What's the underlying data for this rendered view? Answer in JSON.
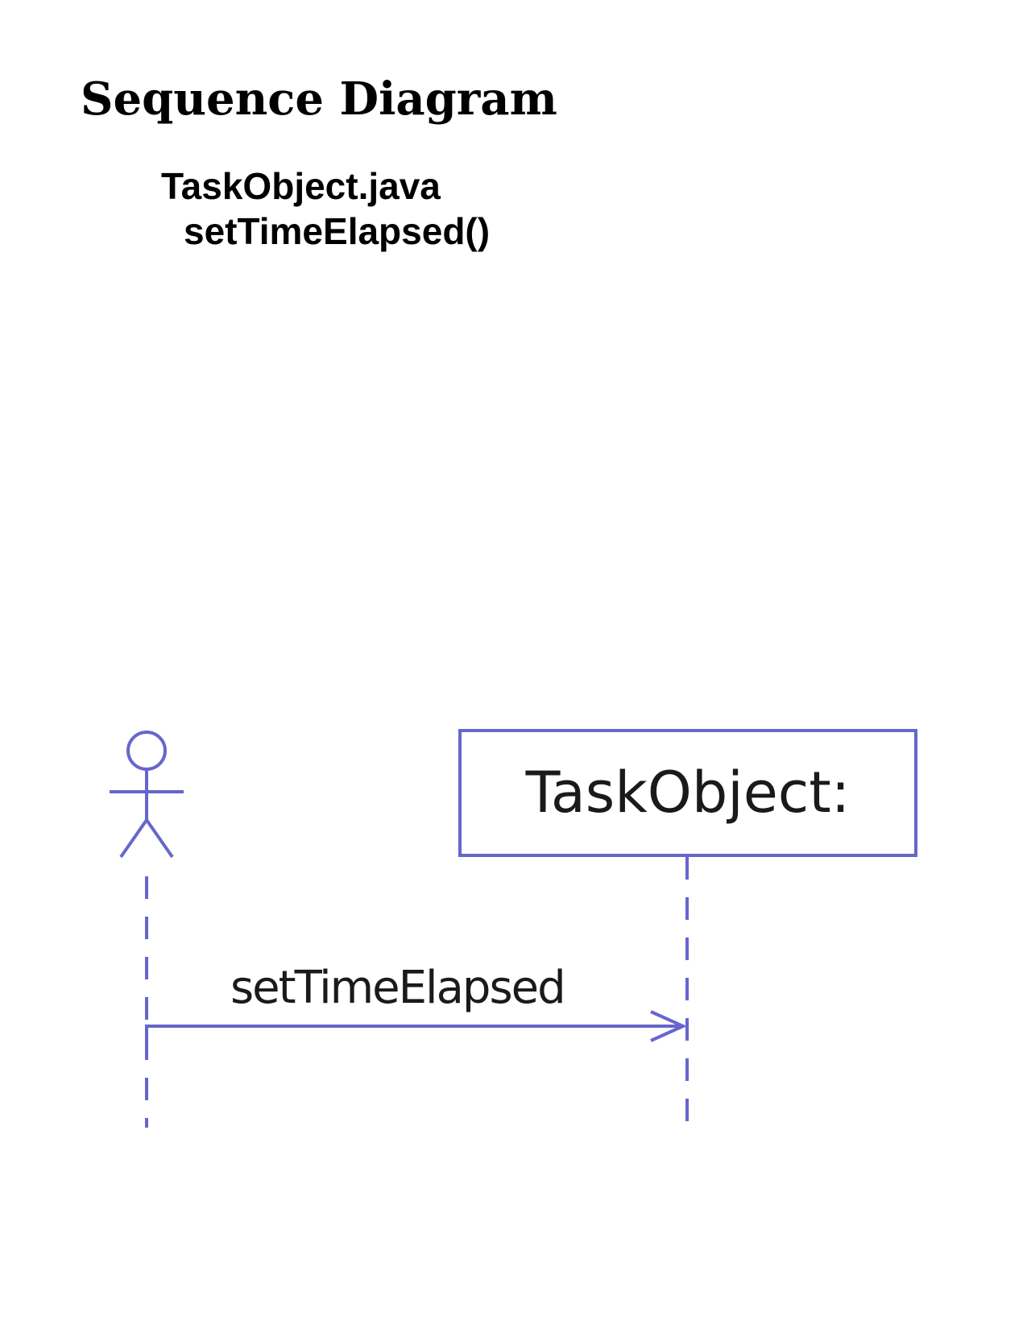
{
  "header": {
    "title": "Sequence Diagram",
    "file_name": "TaskObject.java",
    "method_name": "setTimeElapsed()"
  },
  "diagram": {
    "line_color": "#6666cc",
    "participants": {
      "object_label": "TaskObject:"
    },
    "messages": [
      {
        "label": "setTimeElapsed"
      }
    ]
  }
}
